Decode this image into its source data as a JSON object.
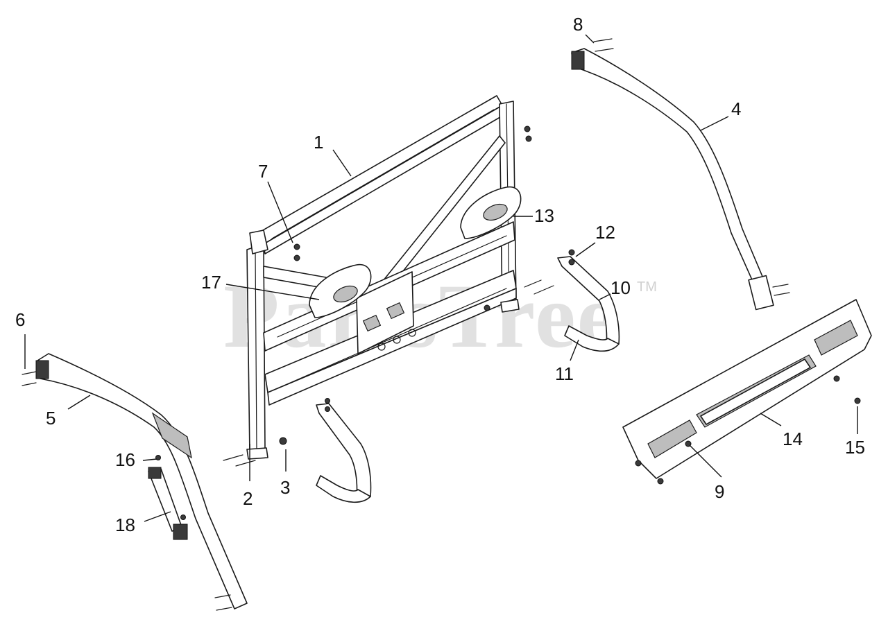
{
  "watermark": {
    "text": "PartsTree",
    "trademark": "TM"
  },
  "callouts": [
    {
      "id": "1",
      "label": "1"
    },
    {
      "id": "2",
      "label": "2"
    },
    {
      "id": "3",
      "label": "3"
    },
    {
      "id": "4",
      "label": "4"
    },
    {
      "id": "5",
      "label": "5"
    },
    {
      "id": "6",
      "label": "6"
    },
    {
      "id": "7",
      "label": "7"
    },
    {
      "id": "8",
      "label": "8"
    },
    {
      "id": "9",
      "label": "9"
    },
    {
      "id": "10",
      "label": "10"
    },
    {
      "id": "11",
      "label": "11"
    },
    {
      "id": "12",
      "label": "12"
    },
    {
      "id": "13",
      "label": "13"
    },
    {
      "id": "14",
      "label": "14"
    },
    {
      "id": "15",
      "label": "15"
    },
    {
      "id": "16",
      "label": "16"
    },
    {
      "id": "17",
      "label": "17"
    },
    {
      "id": "18",
      "label": "18"
    }
  ]
}
